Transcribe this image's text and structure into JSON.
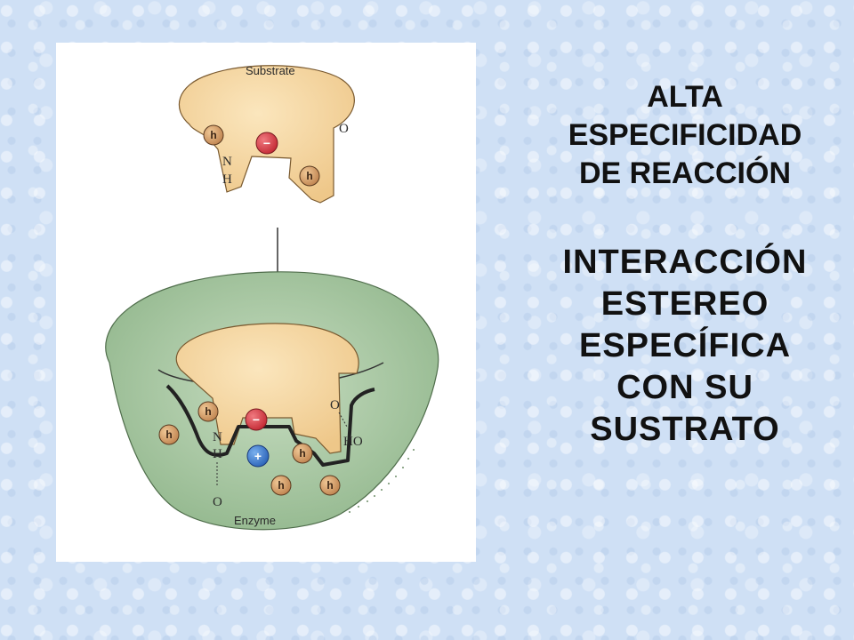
{
  "heading": {
    "lines": [
      "ALTA",
      "ESPECIFICIDAD",
      "DE REACCIÓN"
    ]
  },
  "subheading": {
    "lines": [
      "INTERACCIÓN",
      "ESTEREO",
      "ESPECÍFICA",
      "CON SU",
      "SUSTRATO"
    ]
  },
  "figure": {
    "substrate_label": "Substrate",
    "enzyme_label": "Enzyme",
    "hydrophobic_letter": "h",
    "negative_sign": "−",
    "positive_sign": "+",
    "substrate_atoms": {
      "oxygen": "O",
      "nitrogen": "N",
      "hydrogen": "H"
    },
    "enzyme_atoms": {
      "oxygen": "O",
      "hydroxyl": "HO",
      "nitrogen": "N",
      "hydrogen": "H",
      "oxygen_bottom": "O"
    },
    "colors": {
      "substrate_fill": "#f4d49a",
      "enzyme_fill": "#a9c9a4",
      "hydrophobic_fill": "#d7a56d",
      "negative_fill": "#d63b45",
      "positive_fill": "#3d78c8"
    }
  }
}
